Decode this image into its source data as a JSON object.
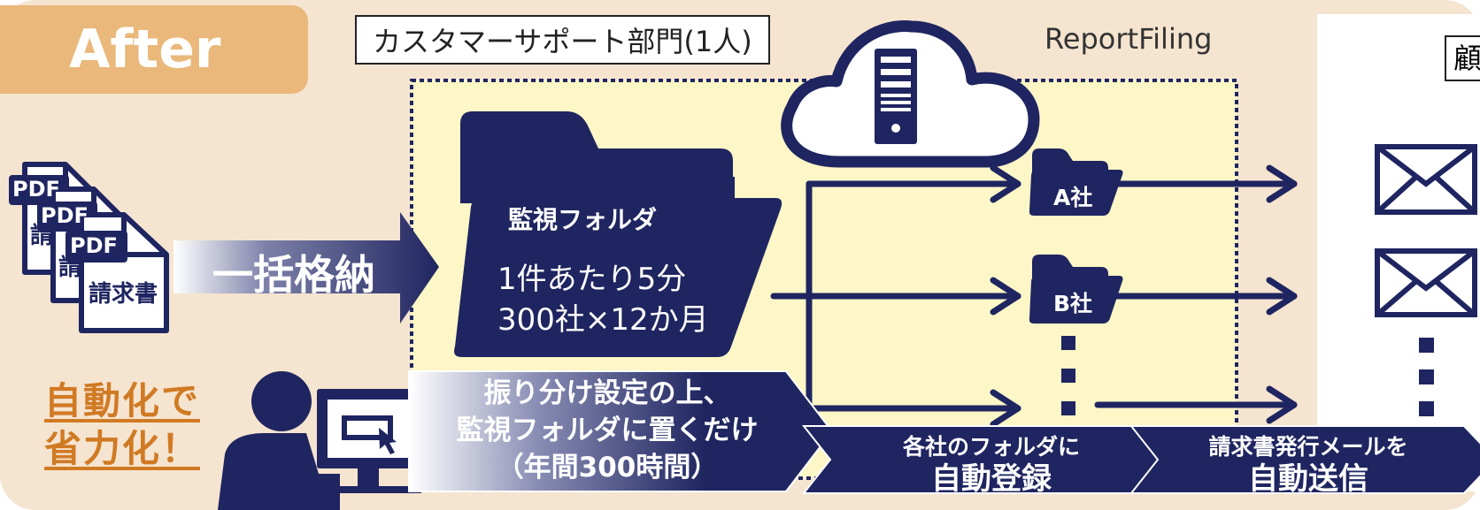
{
  "header": {
    "after_label": "After",
    "department_label": "カスタマーサポート部門(1人)",
    "service_label": "ReportFiling",
    "customer_label": "顧"
  },
  "documents": {
    "pdf_badge": "PDF",
    "doc_fragment": "請",
    "doc_title": "請求書"
  },
  "bulk_store": {
    "label": "一括格納"
  },
  "watch_folder": {
    "title": "監視フォルダ",
    "line1": "1件あたり5分",
    "line2": "300社×12か月"
  },
  "company_folders": [
    {
      "label": "A社"
    },
    {
      "label": "B社"
    }
  ],
  "callout": {
    "line1": "自動化で",
    "line2": "省力化！"
  },
  "process_steps": {
    "setting": {
      "line1": "振り分け設定の上、",
      "line2": "監視フォルダに置くだけ",
      "line3": "（年間300時間）"
    },
    "register": {
      "small": "各社のフォルダに",
      "big": "自動登録"
    },
    "send": {
      "small": "請求書発行メールを",
      "big": "自動送信"
    }
  },
  "colors": {
    "navy": "#1f2560",
    "panel_beige": "#f5e4cf",
    "zone_yellow": "#fdf7c7",
    "header_orange": "#e9b87a",
    "callout_orange": "#d07a24",
    "white": "#ffffff"
  },
  "icons": [
    "pdf-document-icon",
    "folder-icon",
    "cloud-server-icon",
    "envelope-icon",
    "person-computer-icon",
    "cursor-icon"
  ]
}
